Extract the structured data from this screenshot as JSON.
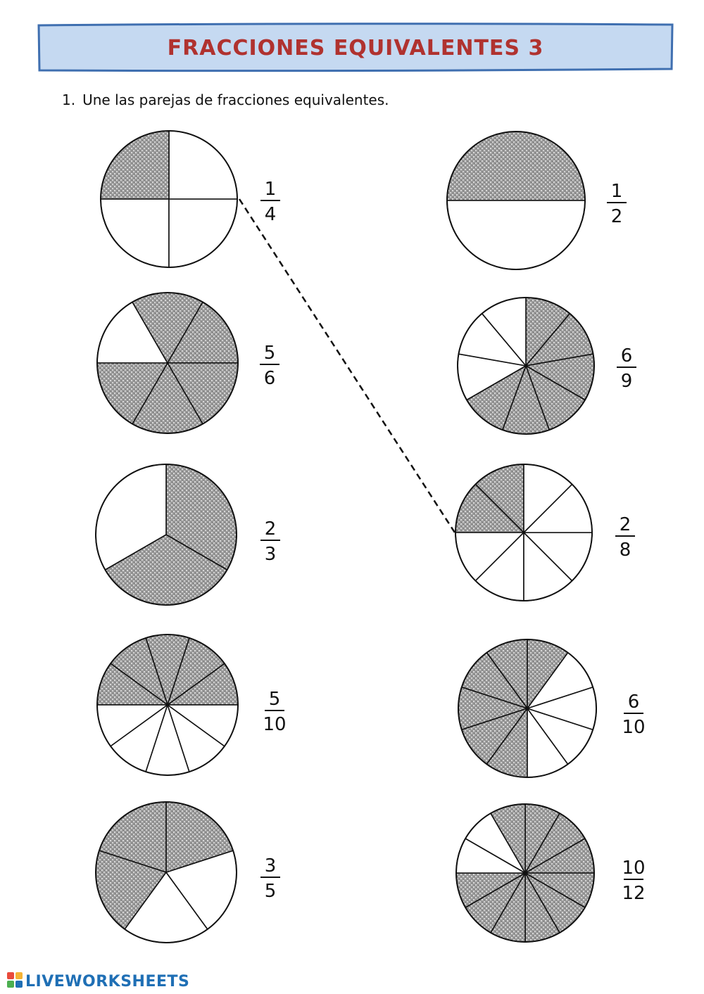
{
  "header": {
    "title": "FRACCIONES EQUIVALENTES 3"
  },
  "instruction": {
    "number": "1.",
    "text": "Une las parejas de fracciones equivalentes."
  },
  "colors": {
    "banner_fill": "#c5d9f1",
    "banner_stroke": "#3f6fb0",
    "title": "#b0322f",
    "shade": "#999999",
    "footer": "#1f6fb5"
  },
  "left_items": [
    {
      "numerator": "1",
      "denominator": "4"
    },
    {
      "numerator": "5",
      "denominator": "6"
    },
    {
      "numerator": "2",
      "denominator": "3"
    },
    {
      "numerator": "5",
      "denominator": "10"
    },
    {
      "numerator": "3",
      "denominator": "5"
    }
  ],
  "right_items": [
    {
      "numerator": "1",
      "denominator": "2"
    },
    {
      "numerator": "6",
      "denominator": "9"
    },
    {
      "numerator": "2",
      "denominator": "8"
    },
    {
      "numerator": "6",
      "denominator": "10"
    },
    {
      "numerator": "10",
      "denominator": "12"
    }
  ],
  "example_match": {
    "left": "1/4",
    "right": "2/8"
  },
  "footer": {
    "brand": "LIVEWORKSHEETS",
    "logo_icon": "liveworksheets-logo-icon"
  }
}
